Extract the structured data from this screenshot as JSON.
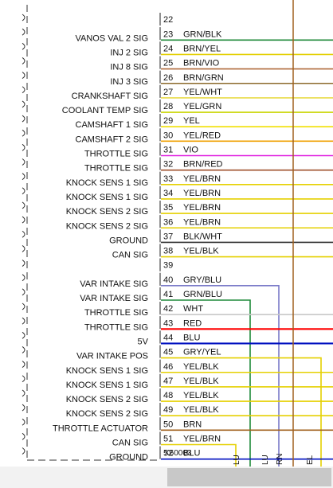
{
  "connector": "X60003",
  "pins": [
    {
      "pin": "22",
      "signal": "",
      "color": "",
      "wire": ""
    },
    {
      "pin": "23",
      "signal": "VANOS VAL 2 SIG",
      "color": "GRN/BLK",
      "wire": "#1f8a3a"
    },
    {
      "pin": "24",
      "signal": "INJ 2 SIG",
      "color": "BRN/YEL",
      "wire": "#e3cf00"
    },
    {
      "pin": "25",
      "signal": "INJ 8 SIG",
      "color": "BRN/VIO",
      "wire": "#b06a3b"
    },
    {
      "pin": "26",
      "signal": "INJ 3 SIG",
      "color": "BRN/GRN",
      "wire": "#8b6a2b"
    },
    {
      "pin": "27",
      "signal": "CRANKSHAFT SIG",
      "color": "YEL/WHT",
      "wire": "#e8dc4a"
    },
    {
      "pin": "28",
      "signal": "COOLANT TEMP SIG",
      "color": "YEL/GRN",
      "wire": "#c9d400"
    },
    {
      "pin": "29",
      "signal": "CAMSHAFT 1 SIG",
      "color": "YEL",
      "wire": "#f1e000"
    },
    {
      "pin": "30",
      "signal": "CAMSHAFT 2 SIG",
      "color": "YEL/RED",
      "wire": "#f0a000"
    },
    {
      "pin": "31",
      "signal": "THROTTLE SIG",
      "color": "VIO",
      "wire": "#e020e0"
    },
    {
      "pin": "32",
      "signal": "THROTTLE SIG",
      "color": "BRN/RED",
      "wire": "#a0522d"
    },
    {
      "pin": "33",
      "signal": "KNOCK SENS 1 SIG",
      "color": "YEL/BRN",
      "wire": "#e5d000"
    },
    {
      "pin": "34",
      "signal": "KNOCK SENS 1 SIG",
      "color": "YEL/BRN",
      "wire": "#e5d000"
    },
    {
      "pin": "35",
      "signal": "KNOCK SENS 2 SIG",
      "color": "YEL/BRN",
      "wire": "#e5d000"
    },
    {
      "pin": "36",
      "signal": "KNOCK SENS 2 SIG",
      "color": "YEL/BRN",
      "wire": "#e5d000"
    },
    {
      "pin": "37",
      "signal": "GROUND",
      "color": "BLK/WHT",
      "wire": "#333333"
    },
    {
      "pin": "38",
      "signal": "CAN SIG",
      "color": "YEL/BLK",
      "wire": "#e5d000"
    },
    {
      "pin": "39",
      "signal": "",
      "color": "",
      "wire": ""
    },
    {
      "pin": "40",
      "signal": "VAR INTAKE SIG",
      "color": "GRY/BLU",
      "wire": "#7a7ac8"
    },
    {
      "pin": "41",
      "signal": "VAR INTAKE SIG",
      "color": "GRN/BLU",
      "wire": "#1f8a3a"
    },
    {
      "pin": "42",
      "signal": "THROTTLE SIG",
      "color": "WHT",
      "wire": "#c8c8c8"
    },
    {
      "pin": "43",
      "signal": "THROTTLE SIG",
      "color": "RED",
      "wire": "#ff0000"
    },
    {
      "pin": "44",
      "signal": "5V",
      "color": "BLU",
      "wire": "#0010c0"
    },
    {
      "pin": "45",
      "signal": "VAR INTAKE POS",
      "color": "GRY/YEL",
      "wire": "#e5d000"
    },
    {
      "pin": "46",
      "signal": "KNOCK SENS 1 SIG",
      "color": "YEL/BLK",
      "wire": "#e5d000"
    },
    {
      "pin": "47",
      "signal": "KNOCK SENS 1 SIG",
      "color": "YEL/BLK",
      "wire": "#e5d000"
    },
    {
      "pin": "48",
      "signal": "KNOCK SENS 2 SIG",
      "color": "YEL/BLK",
      "wire": "#e5d000"
    },
    {
      "pin": "49",
      "signal": "KNOCK SENS 2 SIG",
      "color": "YEL/BLK",
      "wire": "#e5d000"
    },
    {
      "pin": "50",
      "signal": "THROTTLE ACTUATOR",
      "color": "BRN",
      "wire": "#a0601e"
    },
    {
      "pin": "51",
      "signal": "CAN SIG",
      "color": "YEL/BRN",
      "wire": "#e5d000"
    },
    {
      "pin": "52",
      "signal": "GROUND",
      "color": "BLU",
      "wire": "#0010c0"
    }
  ],
  "vertical_labels": [
    "LU",
    "LU",
    "RN",
    "EL"
  ]
}
